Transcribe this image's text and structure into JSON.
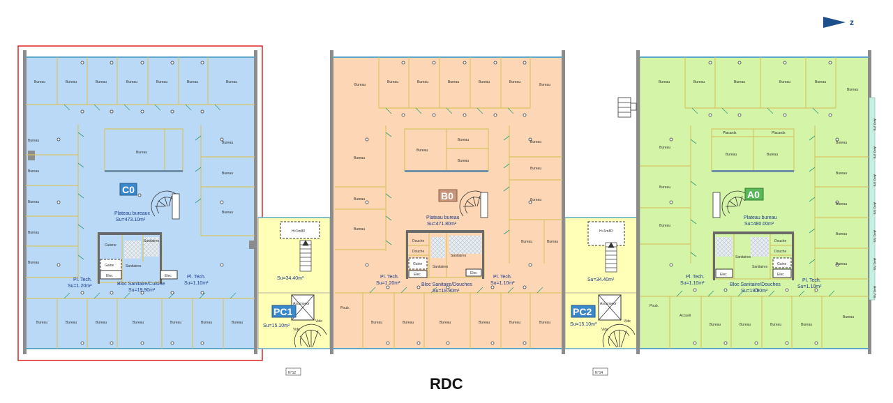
{
  "north_label": "z",
  "caption": "RDC",
  "rooms": {
    "bureau": "Bureau",
    "poub": "Poub.",
    "accueil": "Accueil",
    "douche": "Douche",
    "sanitaires": "Sanitaires",
    "gaine": "Gaine",
    "elec": "Elec",
    "cuisine": "Cuisine",
    "placards": "Placards",
    "ascenseur": "Ascenseur",
    "vide": "Vide",
    "escalier": "Escalier",
    "h_label": "H<1m80"
  },
  "facade_labels": [
    "A=0.7m",
    "A=0.7m",
    "A=0.7m",
    "A=0.7m",
    "A=0.7m",
    "A=0.7m",
    "A=0.7m"
  ],
  "blocks": {
    "c0": {
      "tag": "C0",
      "plateau_label": "Plateau bureaux",
      "plateau_area": "Su=473.10m²",
      "tech_left_label": "Pl. Tech.",
      "tech_left_area": "Su=1.20m²",
      "tech_right_label": "Pl. Tech.",
      "tech_right_area": "Su=1.10m²",
      "bloc_label": "Bloc Sanitaire/Cuisine",
      "bloc_area": "Su=19.90m²"
    },
    "b0": {
      "tag": "B0",
      "plateau_label": "Plateau bureau",
      "plateau_area": "Su=471.80m²",
      "tech_left_label": "Pl. Tech.",
      "tech_left_area": "Su=1.20m²",
      "tech_right_label": "Pl. Tech.",
      "tech_right_area": "Su=1.10m²",
      "bloc_label": "Bloc Sanitaire/Douches",
      "bloc_area": "Su=19.90m²"
    },
    "a0": {
      "tag": "A0",
      "plateau_label": "Plateau bureau",
      "plateau_area": "Su=480.00m²",
      "tech_left_label": "Pl. Tech.",
      "tech_left_area": "Su=1.10m²",
      "tech_right_label": "Pl. Tech.",
      "tech_right_area": "Su=1.10m²",
      "bloc_label": "Bloc Sanitaire/Douches",
      "bloc_area": "Su=19.90m²"
    },
    "pc1": {
      "tag": "PC1",
      "hall_area": "Su=34.40m²",
      "core_area": "Su=15.10m²",
      "number_label": "N°12"
    },
    "pc2": {
      "tag": "PC2",
      "hall_area": "Su=34.40m²",
      "core_area": "Su=15.10m²",
      "number_label": "N°14"
    }
  },
  "colors": {
    "c0_fill": "#b9d9f7",
    "b0_fill": "#fdd6b5",
    "a0_fill": "#d4f5a8",
    "core_fill": "#ffffb8",
    "partition": "#d8c462",
    "wall": "#6a6a6a",
    "selection": "#dd2222",
    "tag_c0": "#3a88cc",
    "tag_b0": "#c7967a",
    "tag_a0": "#5ab85a",
    "north_arrow": "#1f4e8c"
  }
}
